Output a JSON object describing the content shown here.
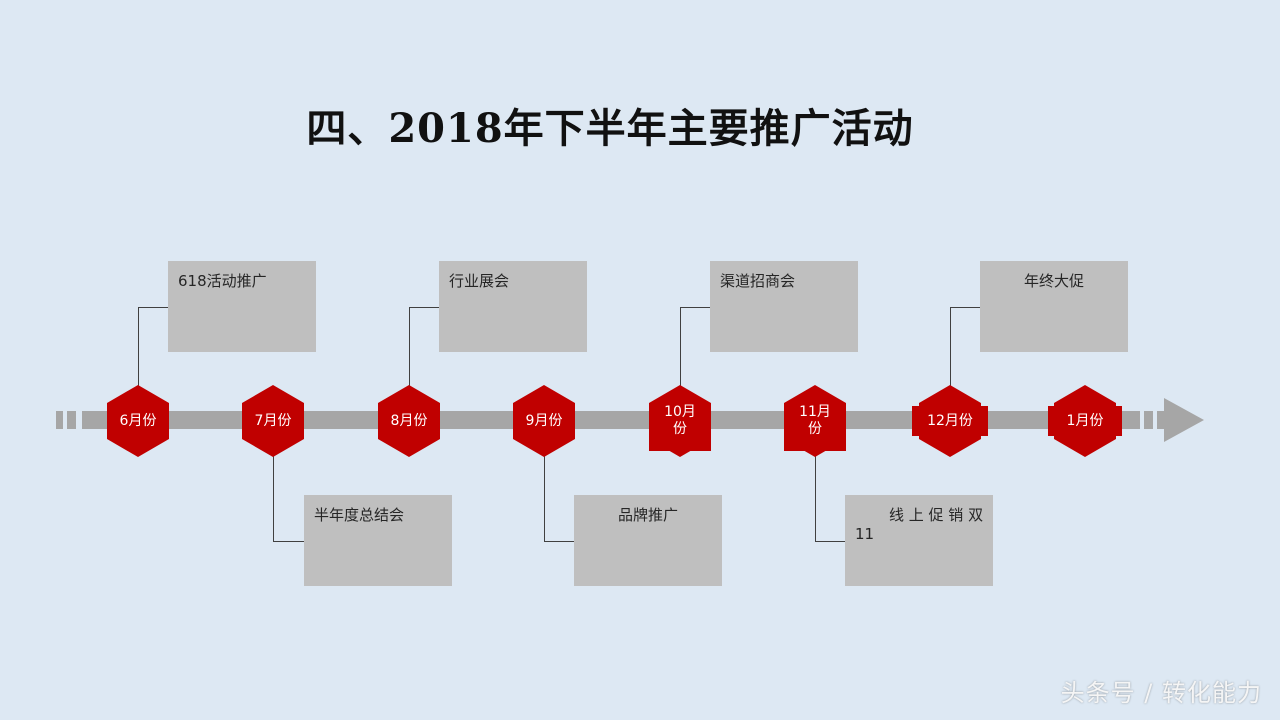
{
  "title": "四、2018年下半年主要推广活动",
  "months": [
    "6月份",
    "7月份",
    "8月份",
    "9月份",
    "10月份",
    "11月份",
    "12月份",
    "1月份"
  ],
  "activities": {
    "jun": "618活动推广",
    "jul": "半年度总结会",
    "aug": "行业展会",
    "sep": "品牌推广",
    "oct": "渠道招商会",
    "nov_line1": "线 上 促 销 双",
    "nov_line2": "11",
    "dec": "年终大促"
  },
  "watermark": "头条号 / 转化能力",
  "colors": {
    "background": "#dde8f3",
    "hexagon": "#c00000",
    "box": "#bfbfbf",
    "rail": "#a6a6a6"
  }
}
